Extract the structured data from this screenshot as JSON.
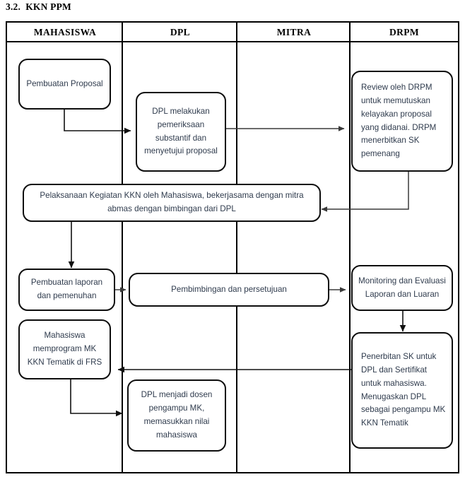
{
  "section": {
    "number": "3.2.",
    "title": "KKN PPM",
    "heading": "3.2.  KKN PPM"
  },
  "colors": {
    "box_text": "#2f3b4d",
    "box_border": "#0d0d0d",
    "table_border": "#000000",
    "connector": "#3a3a3a",
    "background": "#ffffff"
  },
  "lanes": [
    {
      "label": "MAHASISWA"
    },
    {
      "label": "DPL"
    },
    {
      "label": "MITRA"
    },
    {
      "label": "DRPM"
    }
  ],
  "nodes": {
    "pembuatan_proposal": {
      "label": "Pembuatan Proposal",
      "lines": [
        "Pembuatan",
        "Proposal"
      ],
      "lane": "MAHASISWA"
    },
    "dpl_pemeriksaan": {
      "label": "DPL melakukan pemeriksaan substantif dan menyetujui proposal",
      "lines": [
        "DPL melakukan",
        "pemeriksaan",
        "substantif dan",
        "menyetujui",
        "proposal"
      ],
      "lane": "DPL"
    },
    "review_drpm": {
      "label": "Review oleh DRPM untuk memutuskan kelayakan proposal yang didanai. DRPM menerbitkan SK pemenang",
      "lines": [
        "Review oleh DRPM",
        "untuk memutuskan",
        "kelayakan proposal",
        "yang didanai.",
        "DRPM menerbitkan",
        "SK pemenang"
      ],
      "lane": "DRPM"
    },
    "pelaksanaan_kkn": {
      "label": "Pelaksanaan Kegiatan KKN oleh Mahasiswa, bekerjasama dengan mitra abmas dengan bimbingan dari DPL",
      "lines": [
        "Pelaksanaan Kegiatan KKN oleh Mahasiswa, bekerjasama dengan mitra",
        "abmas dengan bimbingan dari DPL"
      ],
      "lane": "MAHASISWA-DPL-MITRA"
    },
    "pembuatan_laporan": {
      "label": "Pembuatan laporan dan pemenuhan",
      "lines": [
        "Pembuatan laporan",
        "dan pemenuhan"
      ],
      "lane": "MAHASISWA"
    },
    "pembimbingan": {
      "label": "Pembimbingan dan persetujuan",
      "lines": [
        "Pembimbingan dan persetujuan"
      ],
      "lane": "DPL-MITRA"
    },
    "monitoring_evaluasi": {
      "label": "Monitoring dan Evaluasi Laporan dan Luaran",
      "lines": [
        "Monitoring dan",
        "Evaluasi Laporan dan",
        "Luaran"
      ],
      "lane": "DRPM"
    },
    "mahasiswa_frs": {
      "label": "Mahasiswa memprogram MK KKN Tematik di FRS",
      "lines": [
        "Mahasiswa",
        "memprogram MK",
        "KKN Tematik di",
        "FRS"
      ],
      "lane": "MAHASISWA"
    },
    "dpl_dosen_pengampu": {
      "label": "DPL menjadi dosen pengampu MK, memasukkan nilai mahasiswa",
      "lines": [
        "DPL menjadi dosen",
        "pengampu MK,",
        "memasukkan nilai",
        "mahasiswa"
      ],
      "lane": "DPL"
    },
    "penerbitan_sk": {
      "label": "Penerbitan SK untuk DPL dan Sertifikat untuk mahasiswa. Menugaskan DPL sebagai pengampu MK KKN Tematik",
      "lines": [
        "Penerbitan SK",
        "untuk DPL dan",
        "Sertifikat untuk",
        "mahasiswa.",
        "Menugaskan DPL",
        "sebagai pengampu",
        "MK KKN Tematik"
      ],
      "lane": "DRPM"
    }
  },
  "edges": [
    {
      "from": "pembuatan_proposal",
      "to": "dpl_pemeriksaan"
    },
    {
      "from": "dpl_pemeriksaan",
      "to": "review_drpm"
    },
    {
      "from": "review_drpm",
      "to": "pelaksanaan_kkn"
    },
    {
      "from": "pelaksanaan_kkn",
      "to": "pembuatan_laporan"
    },
    {
      "from": "pembuatan_laporan",
      "to": "pembimbingan"
    },
    {
      "from": "pembimbingan",
      "to": "monitoring_evaluasi"
    },
    {
      "from": "monitoring_evaluasi",
      "to": "penerbitan_sk"
    },
    {
      "from": "penerbitan_sk",
      "to": "mahasiswa_frs"
    },
    {
      "from": "mahasiswa_frs",
      "to": "dpl_dosen_pengampu"
    }
  ]
}
